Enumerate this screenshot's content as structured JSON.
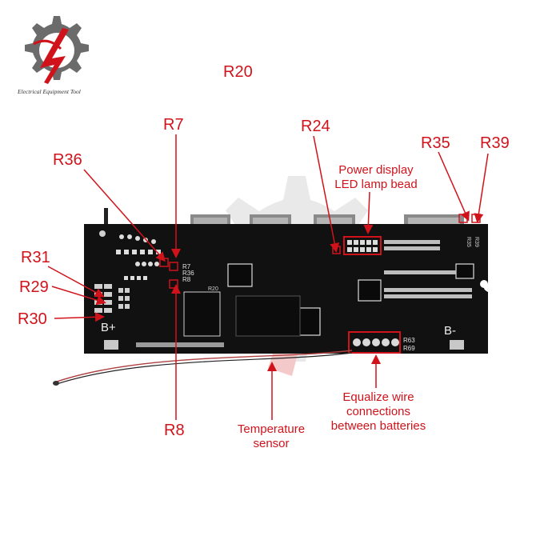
{
  "logo": {
    "text": "Electrical Equipment Tool",
    "icon": "gear-bolt-logo"
  },
  "board": {
    "silk_b_plus": "B+",
    "silk_b_minus": "B-",
    "silk_r7": "R7",
    "silk_r36": "R36",
    "silk_r8": "R8",
    "silk_r20": "R20",
    "silk_r35": "R35",
    "silk_r39": "R39",
    "silk_r63": "R63",
    "silk_r69": "R69"
  },
  "labels": {
    "r20": "R20",
    "r7": "R7",
    "r24": "R24",
    "r35": "R35",
    "r39": "R39",
    "r36": "R36",
    "r31": "R31",
    "r29": "R29",
    "r30": "R30",
    "r8": "R8",
    "power_display": [
      "Power display",
      "LED lamp bead"
    ],
    "equalize": [
      "Equalize wire",
      "connections",
      "between batteries"
    ],
    "temperature": [
      "Temperature",
      "sensor"
    ]
  },
  "colors": {
    "callout": "#d0131b",
    "pcb": "#111111",
    "silk": "#e8e8e8"
  }
}
